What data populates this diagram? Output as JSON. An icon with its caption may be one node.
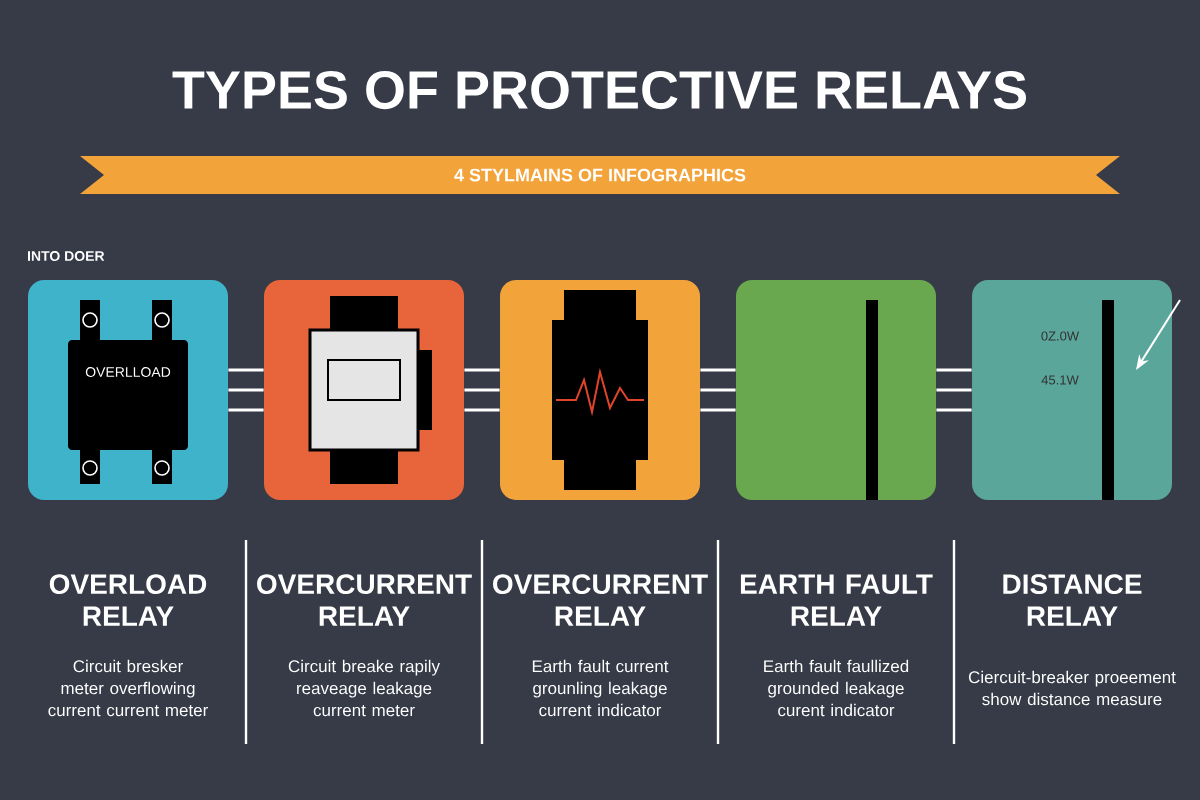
{
  "diagram": {
    "title": "TYPES OF PROTECTIVE RELAYS",
    "nodes": [
      {
        "text": [
          "4 STYLMAINS OF INFOGRAPHICS"
        ]
      },
      {
        "text": [
          "OVERLOAD RELAY"
        ]
      },
      {
        "text": [
          "OVERCURRENT RELAY"
        ]
      },
      {
        "text": [
          "OVERCURRENT RELAY"
        ]
      },
      {
        "text": [
          "EARTH FAULT RELAY"
        ]
      },
      {
        "text": [
          "DISTANCE RELAY"
        ]
      }
    ],
    "edges": [
      {
        "from": 1,
        "to": 2,
        "arrow": "none"
      },
      {
        "from": 2,
        "to": 3,
        "arrow": "none"
      },
      {
        "from": 3,
        "to": 4,
        "arrow": "none"
      },
      {
        "from": 4,
        "to": 5,
        "arrow": "none"
      }
    ],
    "labels": [
      "INTO DOER",
      "OVERLLOAD",
      "0Z.0W",
      "45.1W",
      "Circuit bresker meter overflowing current current meter",
      "Circuit breake rapily reaveage leakage current meter",
      "Earth fault current grounling leakage current indicator",
      "Earth fault faullized grounded leakage curent indicator",
      "Ciercuit-breaker proeement show distance measure"
    ]
  }
}
